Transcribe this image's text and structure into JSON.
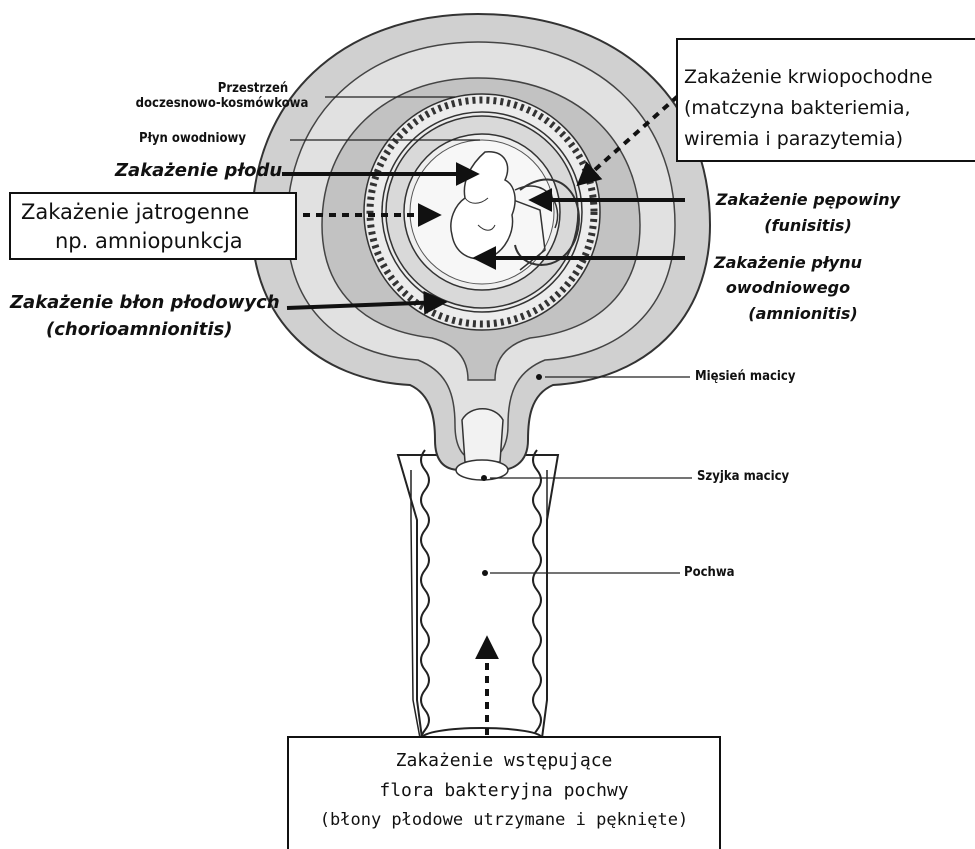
{
  "labels": {
    "przestrzen_1": "Przestrzeń",
    "przestrzen_2": "doczesnowo-kosmówkowa",
    "plyn": "Płyn owodniowy",
    "plod": "Zakażenie płodu",
    "jatrogenne_1": "Zakażenie jatrogenne",
    "jatrogenne_2": "np. amniopunkcja",
    "blon_1": "Zakażenie błon płodowych",
    "blon_2": "(chorioamnionitis)",
    "krwio_1": "Zakażenie krwiopochodne",
    "krwio_2": "(matczyna bakteriemia,",
    "krwio_3": "wiremia i parazytemia)",
    "pepowiny_1": "Zakażenie pępowiny",
    "pepowiny_2": "(funisitis)",
    "plynu_1": "Zakażenie płynu",
    "plynu_2": "owodniowego",
    "plynu_3": "(amnionitis)",
    "miesien": "Mięsień macicy",
    "szyjka": "Szyjka macicy",
    "pochwa": "Pochwa",
    "wstep_1": "Zakażenie wstępujące",
    "wstep_2": "flora bakteryjna pochwy",
    "wstep_3": "(błony płodowe utrzymane i pęknięte)"
  }
}
